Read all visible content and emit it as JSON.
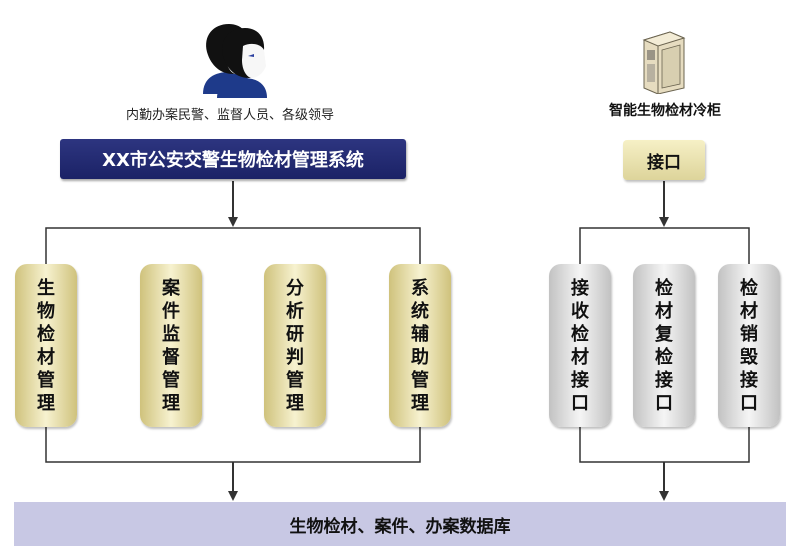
{
  "users": {
    "icon": "users-icon",
    "caption": "内勤办案民警、监督人员、各级领导"
  },
  "system": {
    "title": "XX市公安交警生物检材管理系统"
  },
  "cabinet": {
    "icon": "cabinet-icon",
    "caption": "智能生物检材冷柜"
  },
  "interface_box": {
    "label": "接口"
  },
  "left_modules": [
    {
      "label": "生物检材管理"
    },
    {
      "label": "案件监督管理"
    },
    {
      "label": "分析研判管理"
    },
    {
      "label": "系统辅助管理"
    }
  ],
  "right_modules": [
    {
      "label": "接收检材接口"
    },
    {
      "label": "检材复检接口"
    },
    {
      "label": "检材销毁接口"
    }
  ],
  "database": {
    "label": "生物检材、案件、办案数据库"
  },
  "colors": {
    "banner": "#1b2266",
    "gold": "#e6dca8",
    "silver": "#e0e0e0",
    "database": "#c8c8e4"
  }
}
